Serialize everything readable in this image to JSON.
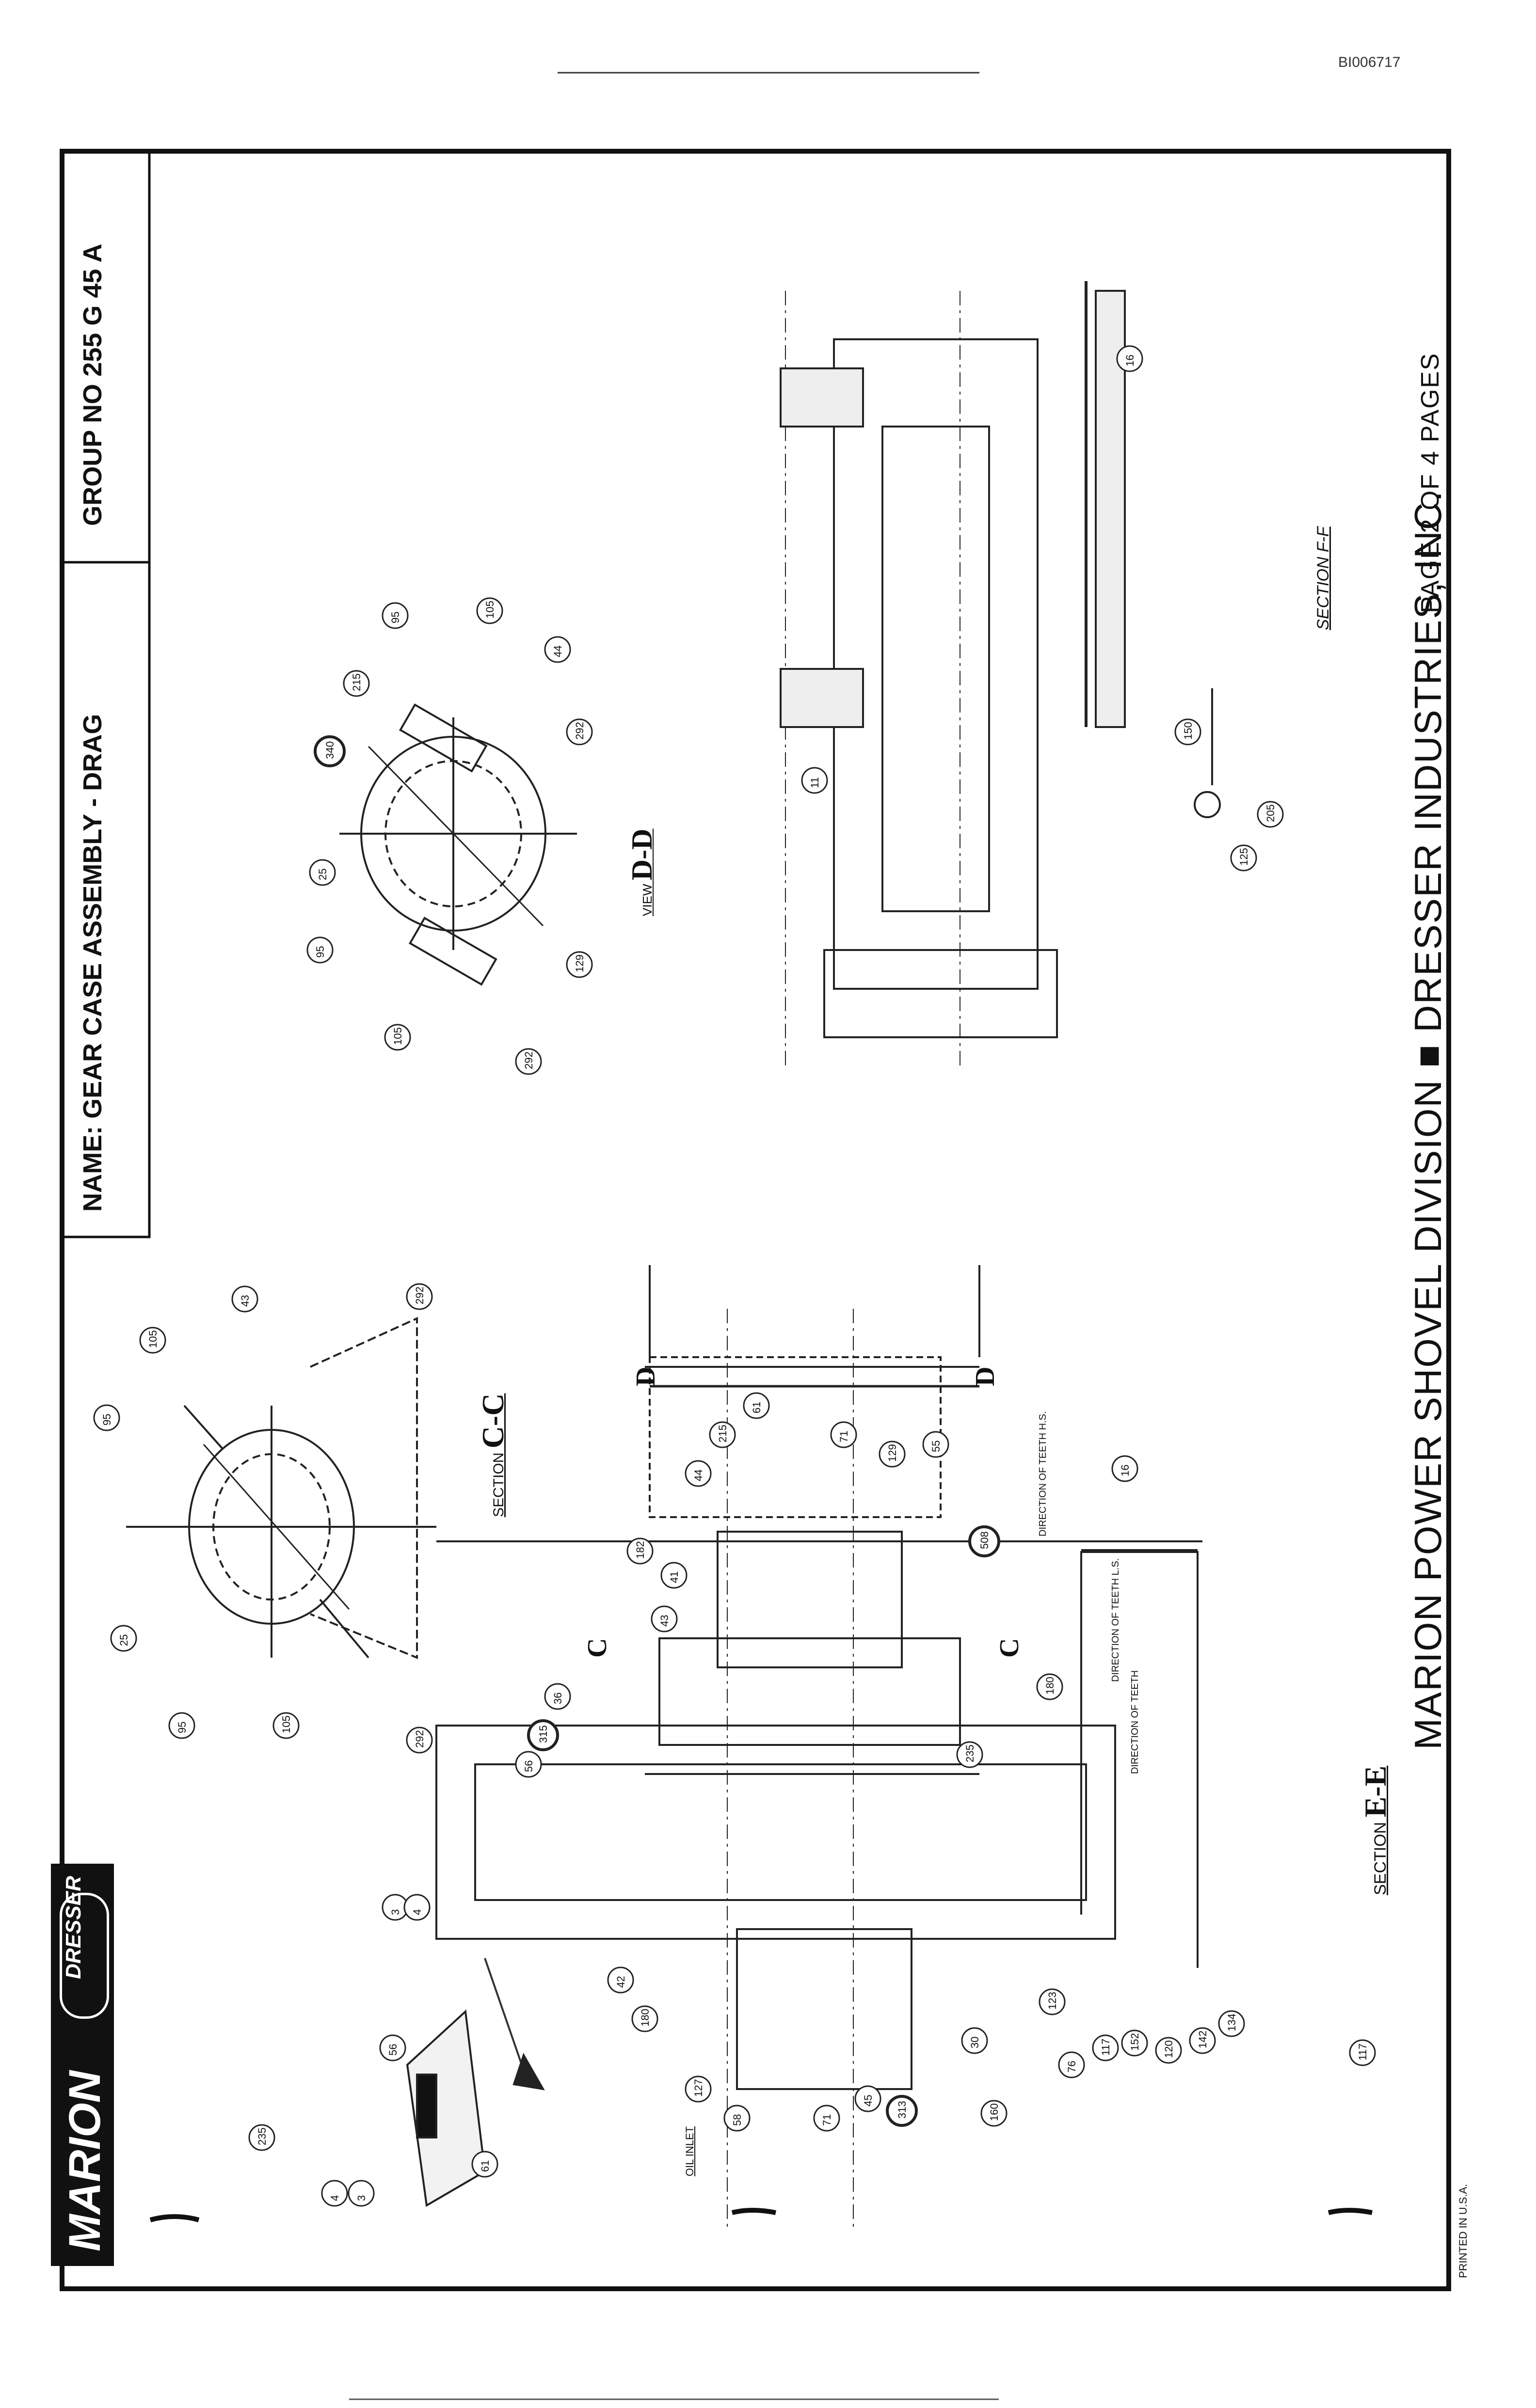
{
  "document_id": "BI006717",
  "title_block": {
    "name_label": "NAME:",
    "name_value": "GEAR CASE ASSEMBLY - DRAG",
    "group_label": "GROUP NO",
    "group_value": "255 G 45 A"
  },
  "logo": {
    "marion": "MARION",
    "dresser": "DRESSER"
  },
  "footer": {
    "company": "MARION POWER SHOVEL DIVISION ■ DRESSER INDUSTRIES, INC.",
    "page": "PAGE  2  OF  4  PAGES",
    "printed": "PRINTED IN U.S.A."
  },
  "views": {
    "section_cc": "SECTION",
    "section_cc_letters": "C-C",
    "view_dd": "VIEW",
    "view_dd_letters": "D-D",
    "section_ee": "SECTION",
    "section_ee_letters": "E-E",
    "section_ff": "SECTION F-F"
  },
  "annotations": {
    "oil_inlet": "OIL INLET",
    "direction_teeth_hs": "DIRECTION OF TEETH H.S.",
    "direction_teeth_ls": "DIRECTION OF TEETH L.S.",
    "direction_teeth": "DIRECTION OF TEETH",
    "cut_c": "C",
    "cut_d": "D"
  },
  "balloons": {
    "cc": [
      "105",
      "43",
      "292",
      "95",
      "25",
      "95",
      "105",
      "292"
    ],
    "dd": [
      "95",
      "105",
      "44",
      "215",
      "340",
      "25",
      "292",
      "95",
      "105",
      "292",
      "129"
    ],
    "ee": [
      "182",
      "44",
      "215",
      "61",
      "71",
      "129",
      "55",
      "508",
      "41",
      "43",
      "16",
      "36",
      "315",
      "56",
      "180",
      "235",
      "3",
      "4",
      "42",
      "180",
      "127",
      "58",
      "71",
      "45",
      "313",
      "160",
      "30",
      "123",
      "76",
      "117",
      "152",
      "120",
      "142",
      "134",
      "117"
    ],
    "ff": [
      "16",
      "11",
      "150",
      "125",
      "205"
    ],
    "detail": [
      "56",
      "235",
      "4",
      "3",
      "61"
    ]
  }
}
